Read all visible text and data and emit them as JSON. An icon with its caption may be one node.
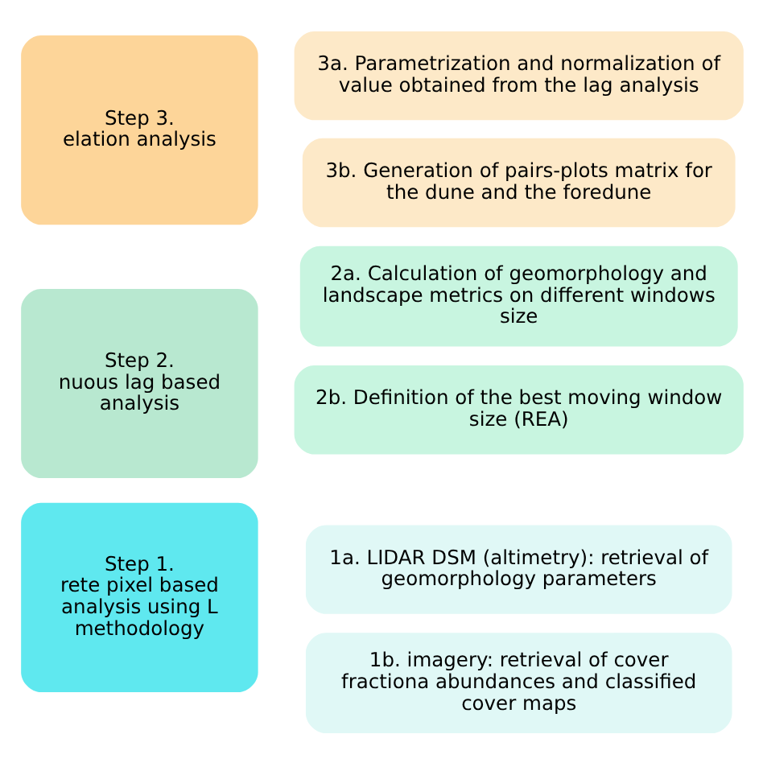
{
  "diagram": {
    "nodes": [
      {
        "text": [
          "Step 1.",
          "rete pixel based analysis using L methodology"
        ]
      },
      {
        "text": [
          "1a. LIDAR DSM (altimetry): retrieval of geomorphology parameters"
        ]
      },
      {
        "text": [
          "1b. imagery: retrieval of cover fractiona abundances and classified cover maps"
        ]
      },
      {
        "text": [
          "Step 2.",
          "nuous lag based analysis"
        ]
      },
      {
        "text": [
          "2a. Calculation of geomorphology and landscape metrics on different windows size"
        ]
      },
      {
        "text": [
          "2b. Definition of the best moving window size (REA)"
        ]
      },
      {
        "text": [
          "Step 3.",
          "elation analysis"
        ]
      },
      {
        "text": [
          "3a. Parametrization and normalization of value obtained from the lag analysis"
        ]
      },
      {
        "text": [
          "3b. Generation of pairs-plots matrix for the dune and the foredune"
        ]
      }
    ],
    "edges": []
  }
}
